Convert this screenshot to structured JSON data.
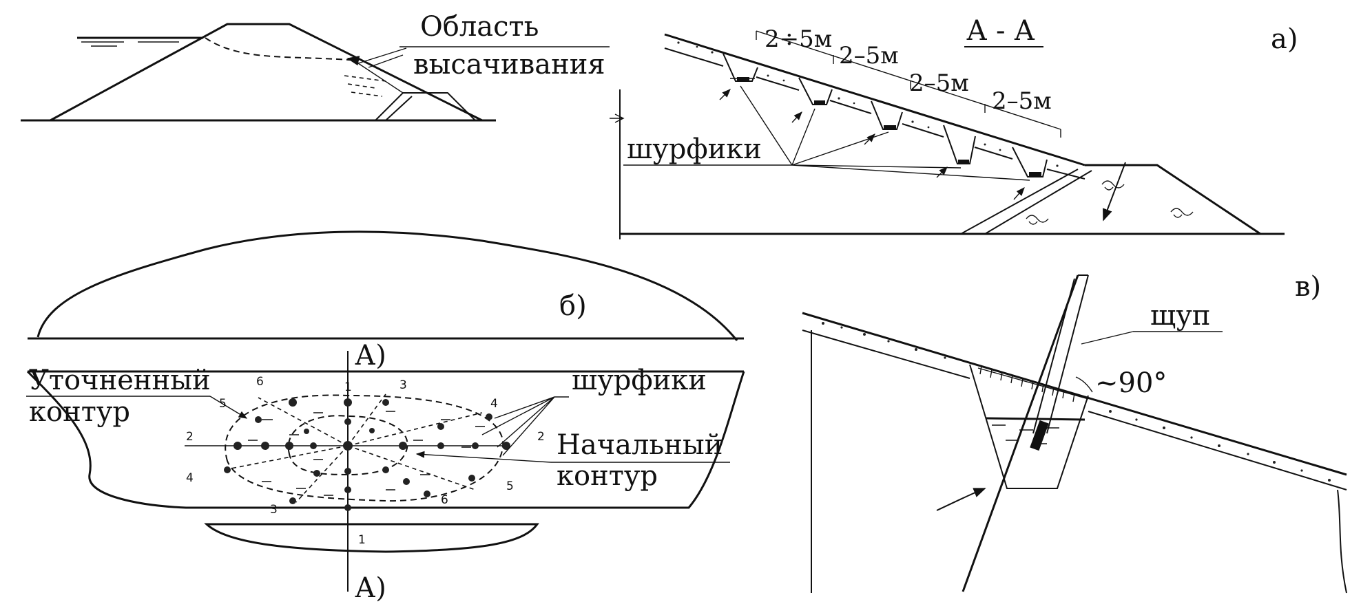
{
  "top_left": {
    "label_line1": "Область",
    "label_line2": "высачивания"
  },
  "panel_a": {
    "section_title": "А - А",
    "panel_letter": "а)",
    "spacing_1": "2÷5м",
    "spacing_2": "2–5м",
    "spacing_3": "2–5м",
    "spacing_4": "2–5м",
    "pits_label": "шурфики"
  },
  "panel_b": {
    "panel_letter": "б)",
    "section_top": "А)",
    "section_bottom": "А)",
    "refined_contour_line1": "Уточненный",
    "refined_contour_line2": "контур",
    "pits_label": "шурфики",
    "initial_contour_line1": "Начальный",
    "initial_contour_line2": "контур",
    "ray_numbers": {
      "n1_top": "1",
      "n1_bottom": "1",
      "n2_left": "2",
      "n2_right": "2",
      "n3_top": "3",
      "n3_bottom": "3",
      "n4_left": "4",
      "n4_right": "4",
      "n5_left": "5",
      "n5_right": "5",
      "n6_left": "6",
      "n6_right": "6"
    }
  },
  "panel_v": {
    "panel_letter": "в)",
    "probe_label": "щуп",
    "angle_label": "~90°"
  }
}
